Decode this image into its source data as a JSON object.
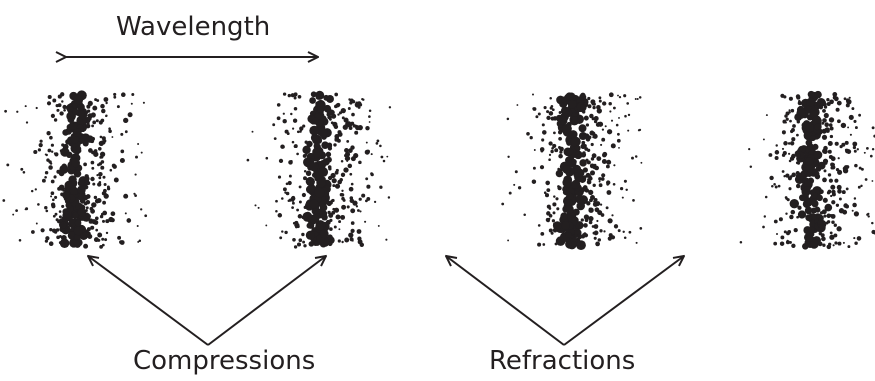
{
  "labels": {
    "wavelength": "Wavelength",
    "compressions": "Compressions",
    "refractions": "Refractions"
  },
  "colors": {
    "ink": "#231f20",
    "background": "#ffffff"
  }
}
